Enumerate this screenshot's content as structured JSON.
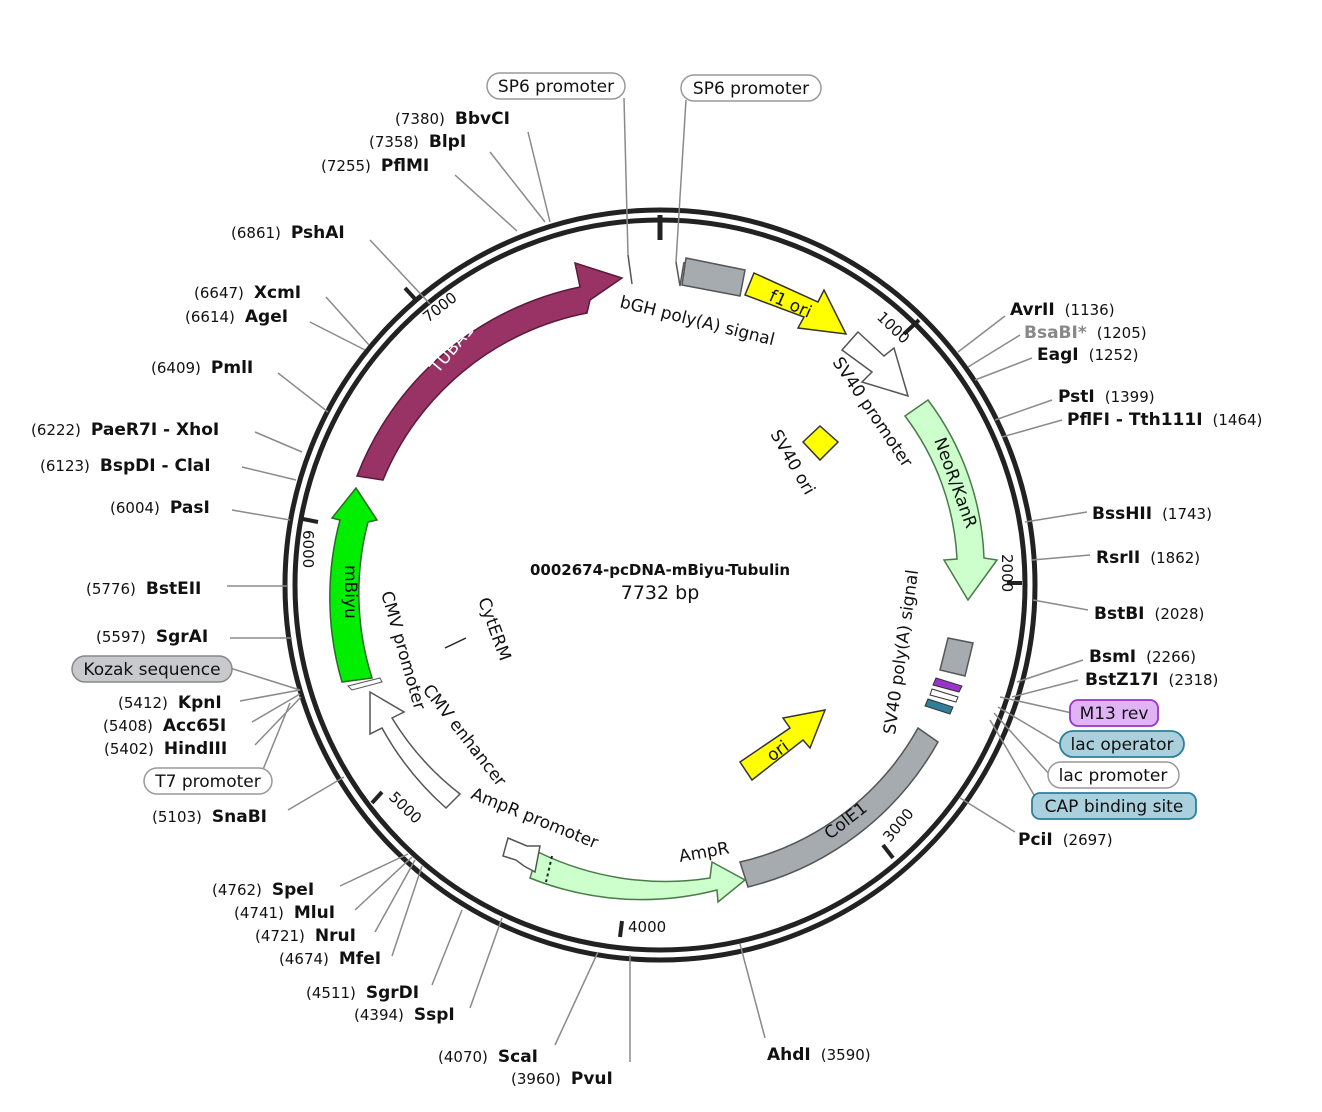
{
  "plasmid": {
    "name": "0002674-pcDNA-mBiyu-Tubulin",
    "length": "7732 bp"
  },
  "ticks": [
    "1000",
    "2000",
    "3000",
    "4000",
    "5000",
    "6000",
    "7000"
  ],
  "features": {
    "tuba1b": "TUBA1B",
    "bgh": "bGH poly(A) signal",
    "f1ori": "f1 ori",
    "sv40promoter": "SV40 promoter",
    "sv40ori": "SV40 ori",
    "neor": "NeoR/KanR",
    "sv40polya": "SV40 poly(A) signal",
    "ori": "ori",
    "cole1": "ColE1",
    "ampr": "AmpR",
    "amprpromoter": "AmpR promoter",
    "cmvenhancer": "CMV enhancer",
    "cmvpromoter": "CMV promoter",
    "mbiyu": "mBiyu",
    "cyterm": "CytERM"
  },
  "sites": [
    {
      "name": "BbvCI",
      "pos": "(7380)"
    },
    {
      "name": "BlpI",
      "pos": "(7358)"
    },
    {
      "name": "PflMI",
      "pos": "(7255)"
    },
    {
      "name": "PshAI",
      "pos": "(6861)"
    },
    {
      "name": "XcmI",
      "pos": "(6647)"
    },
    {
      "name": "AgeI",
      "pos": "(6614)"
    },
    {
      "name": "PmlI",
      "pos": "(6409)"
    },
    {
      "name": "PaeR7I - XhoI",
      "pos": "(6222)"
    },
    {
      "name": "BspDI - ClaI",
      "pos": "(6123)"
    },
    {
      "name": "PasI",
      "pos": "(6004)"
    },
    {
      "name": "BstEII",
      "pos": "(5776)"
    },
    {
      "name": "SgrAI",
      "pos": "(5597)"
    },
    {
      "name": "KpnI",
      "pos": "(5412)"
    },
    {
      "name": "Acc65I",
      "pos": "(5408)"
    },
    {
      "name": "HindIII",
      "pos": "(5402)"
    },
    {
      "name": "SnaBI",
      "pos": "(5103)"
    },
    {
      "name": "SpeI",
      "pos": "(4762)"
    },
    {
      "name": "MluI",
      "pos": "(4741)"
    },
    {
      "name": "NruI",
      "pos": "(4721)"
    },
    {
      "name": "MfeI",
      "pos": "(4674)"
    },
    {
      "name": "SgrDI",
      "pos": "(4511)"
    },
    {
      "name": "SspI",
      "pos": "(4394)"
    },
    {
      "name": "ScaI",
      "pos": "(4070)"
    },
    {
      "name": "PvuI",
      "pos": "(3960)"
    },
    {
      "name": "AhdI",
      "pos": "(3590)"
    },
    {
      "name": "AvrII",
      "pos": "(1136)"
    },
    {
      "name": "BsaBI*",
      "pos": "(1205)"
    },
    {
      "name": "EagI",
      "pos": "(1252)"
    },
    {
      "name": "PstI",
      "pos": "(1399)"
    },
    {
      "name": "PflFI - Tth111I",
      "pos": "(1464)"
    },
    {
      "name": "BssHII",
      "pos": "(1743)"
    },
    {
      "name": "RsrII",
      "pos": "(1862)"
    },
    {
      "name": "BstBI",
      "pos": "(2028)"
    },
    {
      "name": "BsmI",
      "pos": "(2266)"
    },
    {
      "name": "BstZ17I",
      "pos": "(2318)"
    },
    {
      "name": "PciI",
      "pos": "(2697)"
    }
  ],
  "badges": {
    "sp6_left": "SP6 promoter",
    "sp6_right": "SP6 promoter",
    "kozak": "Kozak sequence",
    "t7": "T7 promoter",
    "m13": "M13 rev",
    "lacop": "lac operator",
    "lacprom": "lac promoter",
    "cap": "CAP binding site"
  },
  "colors": {
    "tuba1b": "#993366",
    "bgh": "#a6abb0",
    "f1ori": "#ffff00",
    "sv40": "#ffffff",
    "neor": "#ccffcc",
    "mbiyu": "#00ee00",
    "cole1": "#a6abb0",
    "ori": "#ffff00",
    "ampr": "#ccffcc",
    "m13_fill": "#e0b3f5",
    "m13_border": "#9933cc",
    "lac_fill": "#a9d0dc",
    "lac_border": "#2f7f9a",
    "kozak_fill": "#c8c9cc",
    "kozak_border": "#888888"
  }
}
